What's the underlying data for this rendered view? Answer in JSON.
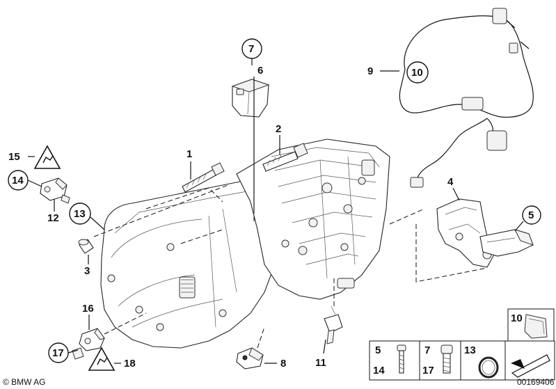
{
  "callouts": {
    "c1": "1",
    "c2": "2",
    "c3": "3",
    "c4": "4",
    "c5": "5",
    "c6": "6",
    "c7": "7",
    "c8": "8",
    "c9": "9",
    "c10": "10",
    "c11": "11",
    "c12": "12",
    "c13": "13",
    "c14": "14",
    "c15": "15",
    "c16": "16",
    "c17": "17",
    "c18": "18"
  },
  "legend": {
    "l5": "5",
    "l14": "14",
    "l7": "7",
    "l17": "17",
    "l13": "13",
    "l10": "10"
  },
  "footer": {
    "copyright": "© BMW AG",
    "diagram_number": "00169406"
  }
}
